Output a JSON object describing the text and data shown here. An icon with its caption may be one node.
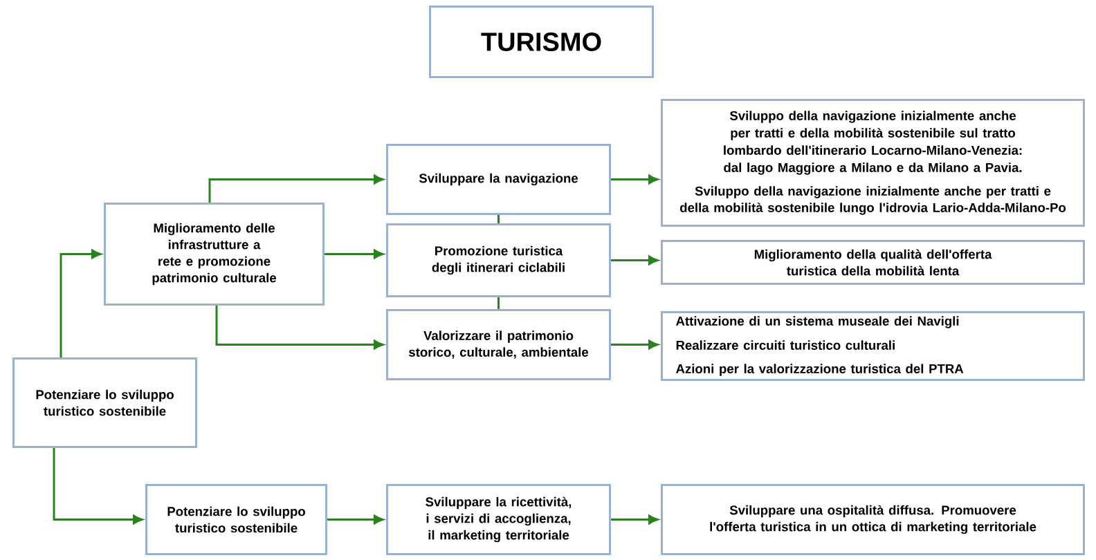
{
  "diagram": {
    "nodes": [
      {
        "text": [
          "TURISMO"
        ]
      },
      {
        "text": [
          "Potenziare lo sviluppo turistico sostenibile"
        ]
      },
      {
        "text": [
          "Miglioramento delle infrastrutture a rete e promozione patrimonio culturale"
        ]
      },
      {
        "text": [
          "Sviluppare la navigazione"
        ]
      },
      {
        "text": [
          "Promozione turistica degli itinerari ciclabili"
        ]
      },
      {
        "text": [
          "Valorizzare il patrimonio storico, culturale, ambientale"
        ]
      },
      {
        "text": [
          "Sviluppo della navigazione inizialmente anche per tratti e della mobilità sostenibile sul tratto lombardo dell'itinerario Locarno-Milano-Venezia: dal lago Maggiore a Milano e da Milano a Pavia.",
          "Sviluppo della navigazione inizialmente anche per tratti e della mobilità sostenibile lungo l'idrovia Lario-Adda-Milano-Po"
        ]
      },
      {
        "text": [
          "Miglioramento della qualità dell'offerta turistica della mobilità lenta"
        ]
      },
      {
        "text": [
          "Attivazione di un sistema museale dei Navigli",
          "Realizzare circuiti turistico culturali",
          "Azioni per la valorizzazione turistica del PTRA"
        ]
      },
      {
        "text": [
          "Potenziare lo sviluppo turistico sostenibile"
        ]
      },
      {
        "text": [
          "Sviluppare la ricettività, i servizi di accoglienza, il marketing territoriale"
        ]
      },
      {
        "text": [
          "Sviluppare una ospitalità diffusa. Promuovere l'offerta turistica in un ottica di marketing territoriale"
        ]
      }
    ],
    "edges": [
      {
        "from": 1,
        "to": 2,
        "arrow": "to"
      },
      {
        "from": 2,
        "to": 3,
        "arrow": "to"
      },
      {
        "from": 2,
        "to": 4,
        "arrow": "to"
      },
      {
        "from": 2,
        "to": 5,
        "arrow": "to"
      },
      {
        "from": 3,
        "to": 6,
        "arrow": "to"
      },
      {
        "from": 4,
        "to": 7,
        "arrow": "to"
      },
      {
        "from": 5,
        "to": 8,
        "arrow": "to"
      },
      {
        "from": 3,
        "to": 4,
        "arrow": "none"
      },
      {
        "from": 4,
        "to": 5,
        "arrow": "none"
      },
      {
        "from": 1,
        "to": 9,
        "arrow": "to"
      },
      {
        "from": 9,
        "to": 10,
        "arrow": "to"
      },
      {
        "from": 10,
        "to": 11,
        "arrow": "to"
      }
    ]
  }
}
